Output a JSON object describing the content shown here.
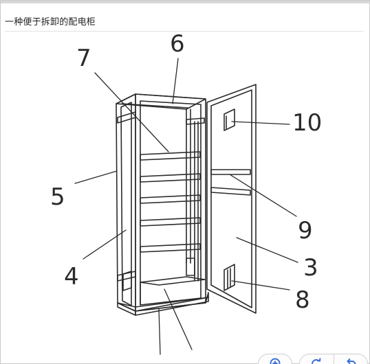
{
  "page": {
    "title": "一种便于拆卸的配电柜"
  },
  "figure": {
    "labels": {
      "n7": "7",
      "n6": "6",
      "n10": "10",
      "n5": "5",
      "n9": "9",
      "n4": "4",
      "n3": "3",
      "n8": "8"
    }
  },
  "toolbar": {
    "zoom_icon": "zoom-in-icon",
    "rotate_icon": "rotate-clockwise-icon",
    "reset_icon": "rotate-back-icon"
  },
  "colors": {
    "line": "#2a2a2a",
    "toolbar_icon": "#3a6fd8",
    "border": "#cfcfcf"
  }
}
